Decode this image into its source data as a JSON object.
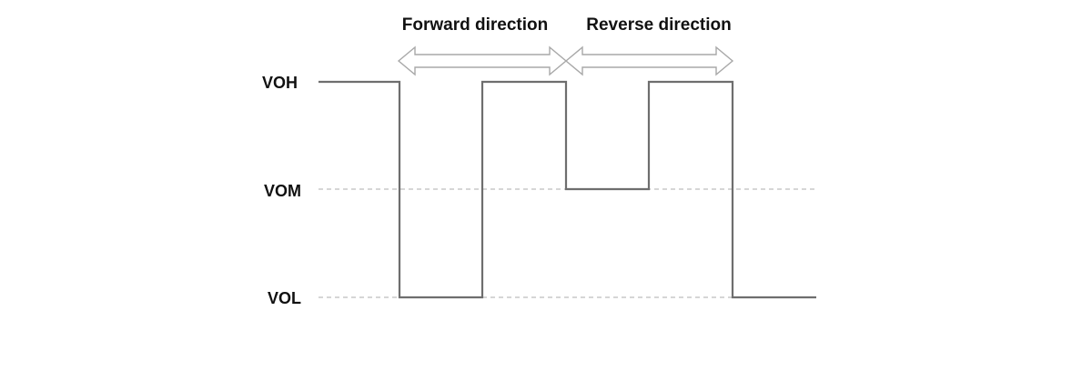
{
  "levels": {
    "high": "VOH",
    "mid": "VOM",
    "low": "VOL"
  },
  "directions": {
    "forward": "Forward direction",
    "reverse": "Reverse direction"
  },
  "colors": {
    "waveform": "#6e6e6e",
    "reference_line": "#bdbdbd",
    "arrow_outline": "#a8a8a8",
    "text": "#111111"
  }
}
